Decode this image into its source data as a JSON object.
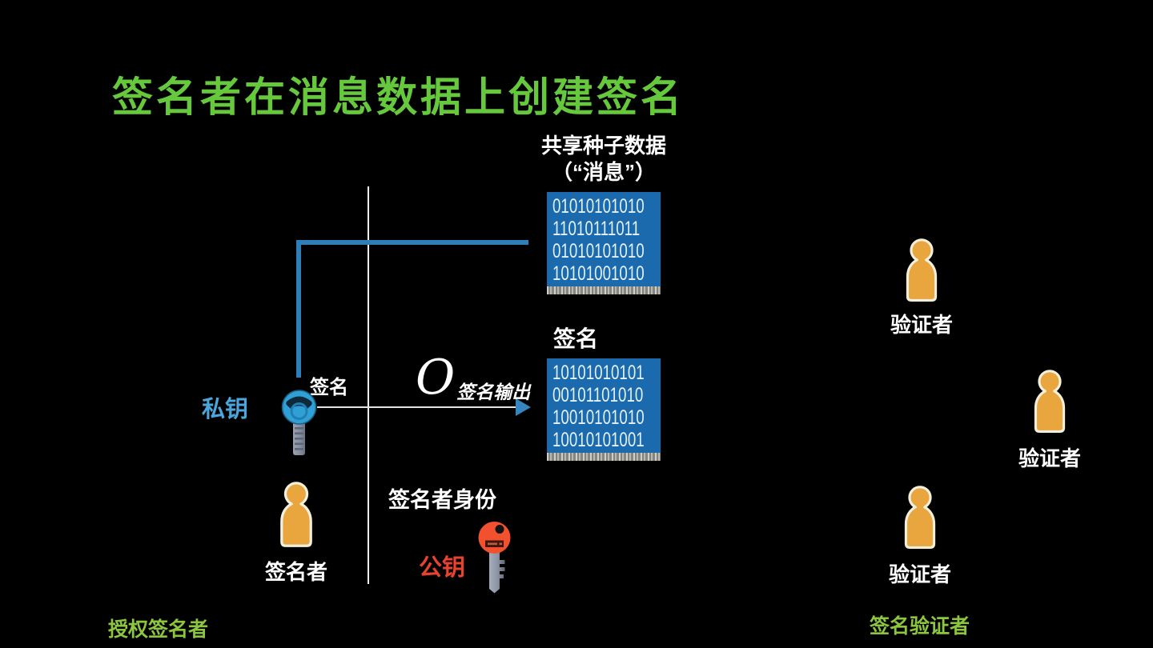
{
  "title": "签名者在消息数据上创建签名",
  "message": {
    "label_line1": "共享种子数据",
    "label_line2": "（“消息”）",
    "rows": [
      "01010101010",
      "11010111011",
      "01010101010",
      "10101001010"
    ]
  },
  "signature": {
    "label": "签名",
    "rows": [
      "10101010101",
      "00101101010",
      "10010101010",
      "10010101001"
    ]
  },
  "private_key": {
    "name": "私钥",
    "action": "签名"
  },
  "output": {
    "symbol": "O",
    "subscript": "签名输出"
  },
  "identity": {
    "label": "签名者身份",
    "public_key_name": "公钥"
  },
  "signer": {
    "label": "签名者"
  },
  "verifiers": [
    {
      "label": "验证者"
    },
    {
      "label": "验证者"
    },
    {
      "label": "验证者"
    }
  ],
  "footer": {
    "left": "授权签名者",
    "right": "签名验证者"
  },
  "colors": {
    "title_green": "#66C83C",
    "footer_green": "#8CC63F",
    "box_blue": "#1B6AAD",
    "connector_blue": "#2E7EB8",
    "private_key_blue": "#4BA6DB",
    "public_key_red": "#E8432E",
    "person_orange": "#E9A63F"
  }
}
